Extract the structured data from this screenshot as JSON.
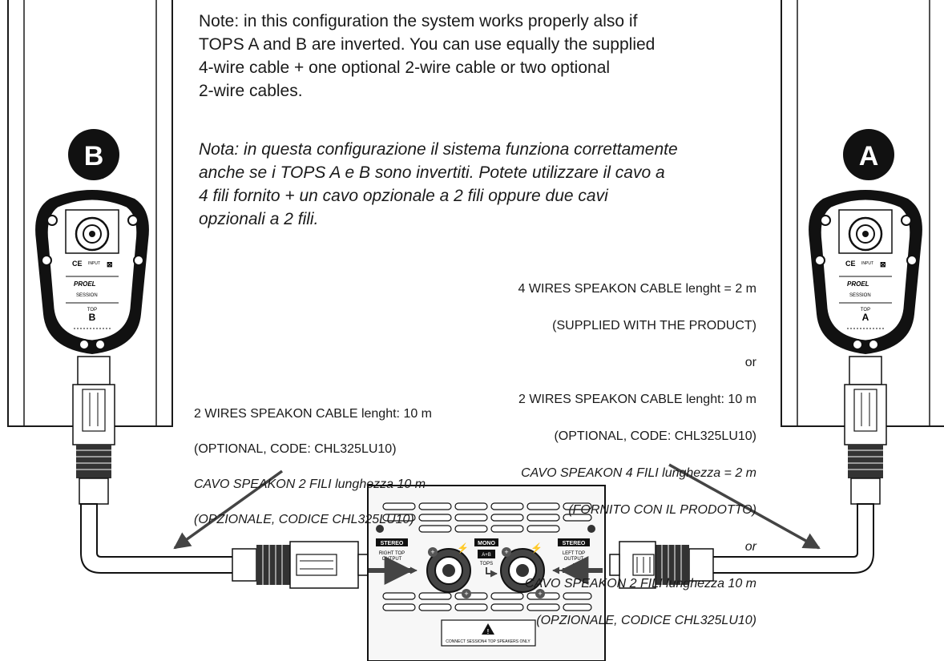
{
  "notes": {
    "english": "Note: in this configuration the system works properly also if\nTOPS A and B are inverted. You can use equally the supplied\n4-wire cable + one optional 2-wire cable or two optional\n2-wire cables.",
    "italian": "Nota: in questa configurazione il sistema funziona correttamente\nanche se i TOPS A e B sono invertiti. Potete utilizzare il cavo a\n4 fili fornito + un cavo opzionale a 2 fili oppure due cavi\nopzionali a 2 fili."
  },
  "speakers": {
    "left": {
      "badge": "B",
      "top_label": "TOP",
      "top_letter": "B",
      "input_label": "INPUT",
      "brand": "PROEL",
      "model": "SESSION"
    },
    "right": {
      "badge": "A",
      "top_label": "TOP",
      "top_letter": "A",
      "input_label": "INPUT",
      "brand": "PROEL",
      "model": "SESSION"
    }
  },
  "cable_labels": {
    "left": {
      "line1": "2 WIRES SPEAKON CABLE lenght: 10 m",
      "line2": "(OPTIONAL, CODE: CHL325LU10)",
      "line3": "CAVO SPEAKON 2 FILI lunghezza 10 m",
      "line4": "(OPZIONALE, CODICE CHL325LU10)"
    },
    "right": {
      "line1": "4 WIRES SPEAKON CABLE lenght = 2 m",
      "line2": "(SUPPLIED WITH THE PRODUCT)",
      "line3": "or",
      "line4": "2 WIRES SPEAKON CABLE lenght: 10 m",
      "line5": "(OPTIONAL, CODE: CHL325LU10)",
      "line6": "CAVO SPEAKON 4 FILI lunghezza = 2 m",
      "line7": "(FORNITO CON IL PRODOTTO)",
      "line8": "or",
      "line9": "CAVO SPEAKON 2 FILI lunghezza 10 m",
      "line10": "(OPZIONALE, CODICE CHL325LU10)"
    }
  },
  "panel": {
    "left_badge": "STEREO",
    "left_output": "RIGHT TOP\nOUTPUT",
    "mid_badge": "MONO",
    "mid_tag": "A+B",
    "mid_sub": "TOPS",
    "right_badge": "STEREO",
    "right_output": "LEFT TOP\nOUTPUT",
    "warning": "CONNECT SESSION4 TOP SPEAKERS ONLY"
  },
  "colors": {
    "ink": "#1a1a1a",
    "panel_bg": "#f3f3f3",
    "badge_bg": "#111111"
  }
}
